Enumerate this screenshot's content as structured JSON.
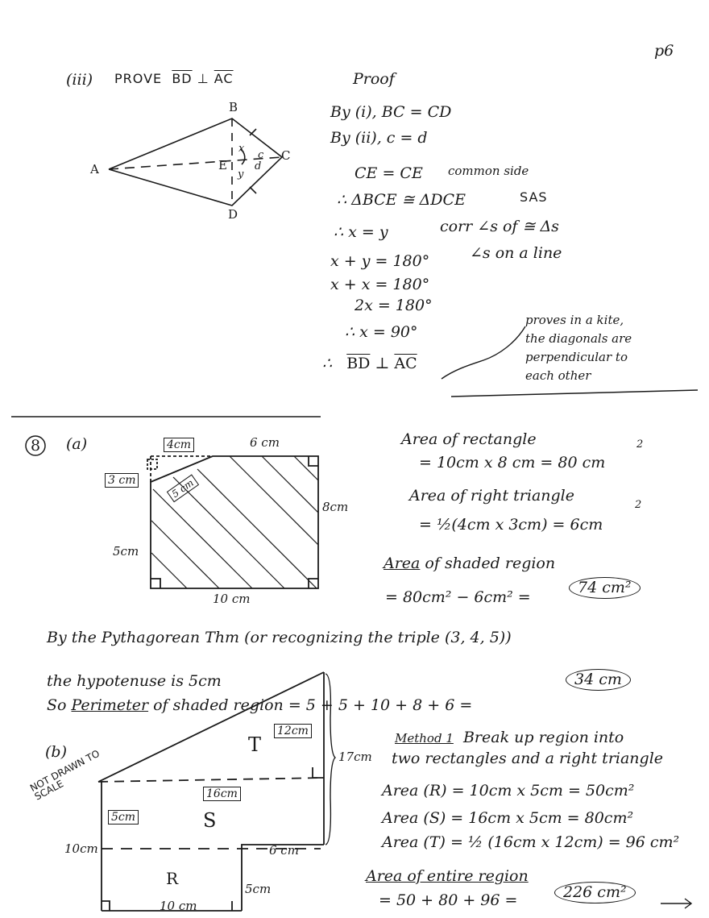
{
  "page_number": "p6",
  "part_iii": {
    "label": "(iii)",
    "instruction": "PROVE",
    "bd": "BD",
    "perp": "⊥",
    "ac": "AC",
    "proof_title": "Proof",
    "diagram_labels": {
      "A": "A",
      "B": "B",
      "C": "C",
      "D": "D",
      "E": "E",
      "x": "x",
      "y": "y",
      "c": "c",
      "d": "d"
    },
    "steps": [
      "By (i),  BC = CD",
      "By (ii),   c = d",
      "CE = CE",
      "∴ ΔBCE ≅ ΔDCE",
      "∴  x = y",
      "x + y  =  180°",
      "x + x  =  180°",
      "2x  =  180°",
      "∴ x = 90°",
      "∴"
    ],
    "reasons": [
      "common side",
      "SAS",
      "corr ∠s of ≅ Δs",
      "∠s on a line"
    ],
    "final_bd": "BD",
    "final_perp": "⊥",
    "final_ac": "AC",
    "note": [
      "proves in a kite,",
      "the diagonals are",
      "perpendicular to",
      "each other"
    ]
  },
  "q8": {
    "number": "8",
    "part_a": {
      "label": "(a)",
      "dims": {
        "top_short": "4cm",
        "top_long": "6 cm",
        "left_short": "3 cm",
        "hyp": "5 cm",
        "right": "8cm",
        "left_long": "5cm",
        "bottom": "10 cm"
      },
      "calc": {
        "rect_title": "Area of rectangle",
        "rect_line": "=  10cm x 8 cm  =  80 cm",
        "tri_title": "Area of right triangle",
        "tri_line": "=  ½(4cm x 3cm)  =  6cm",
        "shaded_title_underlined": "Area",
        "shaded_title_rest": " of shaded region",
        "shaded_line": "=  80cm² − 6cm²  =",
        "shaded_answer": "74 cm²",
        "sq": "2"
      },
      "perimeter": {
        "line1": "By the Pythagorean Thm (or recognizing the triple (3, 4, 5))",
        "line2": "the hypotenuse is 5cm",
        "line3_prefix": "So ",
        "line3_underlined": "Perimeter",
        "line3_rest": " of shaded region  =  5 + 5 + 10 + 8 + 6  =",
        "answer": "34 cm"
      }
    },
    "part_b": {
      "label": "(b)",
      "not_to_scale": "NOT DRAWN TO SCALE",
      "dims": {
        "t_height": "12cm",
        "total_height": "17cm",
        "s_width": "16cm",
        "s_height": "5cm",
        "left_total": "10cm",
        "step": "6 cm",
        "r_height": "5cm",
        "r_width": "10 cm"
      },
      "region_labels": {
        "T": "T",
        "S": "S",
        "R": "R"
      },
      "method_title": "Method 1",
      "method_text_1": "Break up region into",
      "method_text_2": "two rectangles and a right triangle",
      "areas": [
        "Area (R)  =  10cm x 5cm  =  50cm²",
        "Area (S)  =  16cm x 5cm  =  80cm²",
        "Area (T)  =  ½ (16cm x 12cm)  =  96 cm²"
      ],
      "total_title": "Area of entire region",
      "total_line": "=  50 + 80 + 96  =",
      "total_answer": "226 cm²",
      "arrow": "→"
    }
  }
}
